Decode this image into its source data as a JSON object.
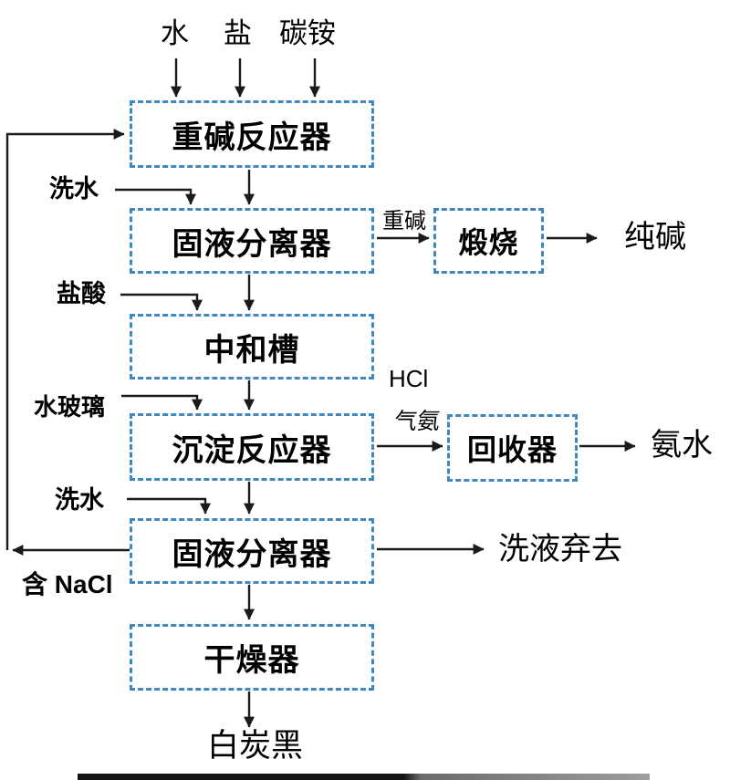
{
  "colors": {
    "box_border": "#3f87bd",
    "connector": "#1a1a1a",
    "text": "#000000"
  },
  "top_inputs": [
    {
      "label": "水"
    },
    {
      "label": "盐"
    },
    {
      "label": "碳铵"
    }
  ],
  "nodes": [
    {
      "id": "reactor",
      "label": "重碱反应器"
    },
    {
      "id": "separator1",
      "label": "固液分离器"
    },
    {
      "id": "calciner",
      "label": "煅烧"
    },
    {
      "id": "neutralizer",
      "label": "中和槽"
    },
    {
      "id": "precipitator",
      "label": "沉淀反应器"
    },
    {
      "id": "recovery",
      "label": "回收器"
    },
    {
      "id": "separator2",
      "label": "固液分离器"
    },
    {
      "id": "dryer",
      "label": "干燥器"
    }
  ],
  "side_inputs": [
    {
      "label": "洗水"
    },
    {
      "label": "盐酸"
    },
    {
      "label": "水玻璃"
    },
    {
      "label": "洗水"
    }
  ],
  "stream_labels": [
    {
      "label": "重碱"
    },
    {
      "label": "HCl"
    },
    {
      "label": "气氨"
    },
    {
      "label": "含 NaCl"
    }
  ],
  "outputs": [
    {
      "label": "纯碱"
    },
    {
      "label": "氨水"
    },
    {
      "label": "洗液弃去"
    },
    {
      "label": "白炭黑"
    }
  ]
}
